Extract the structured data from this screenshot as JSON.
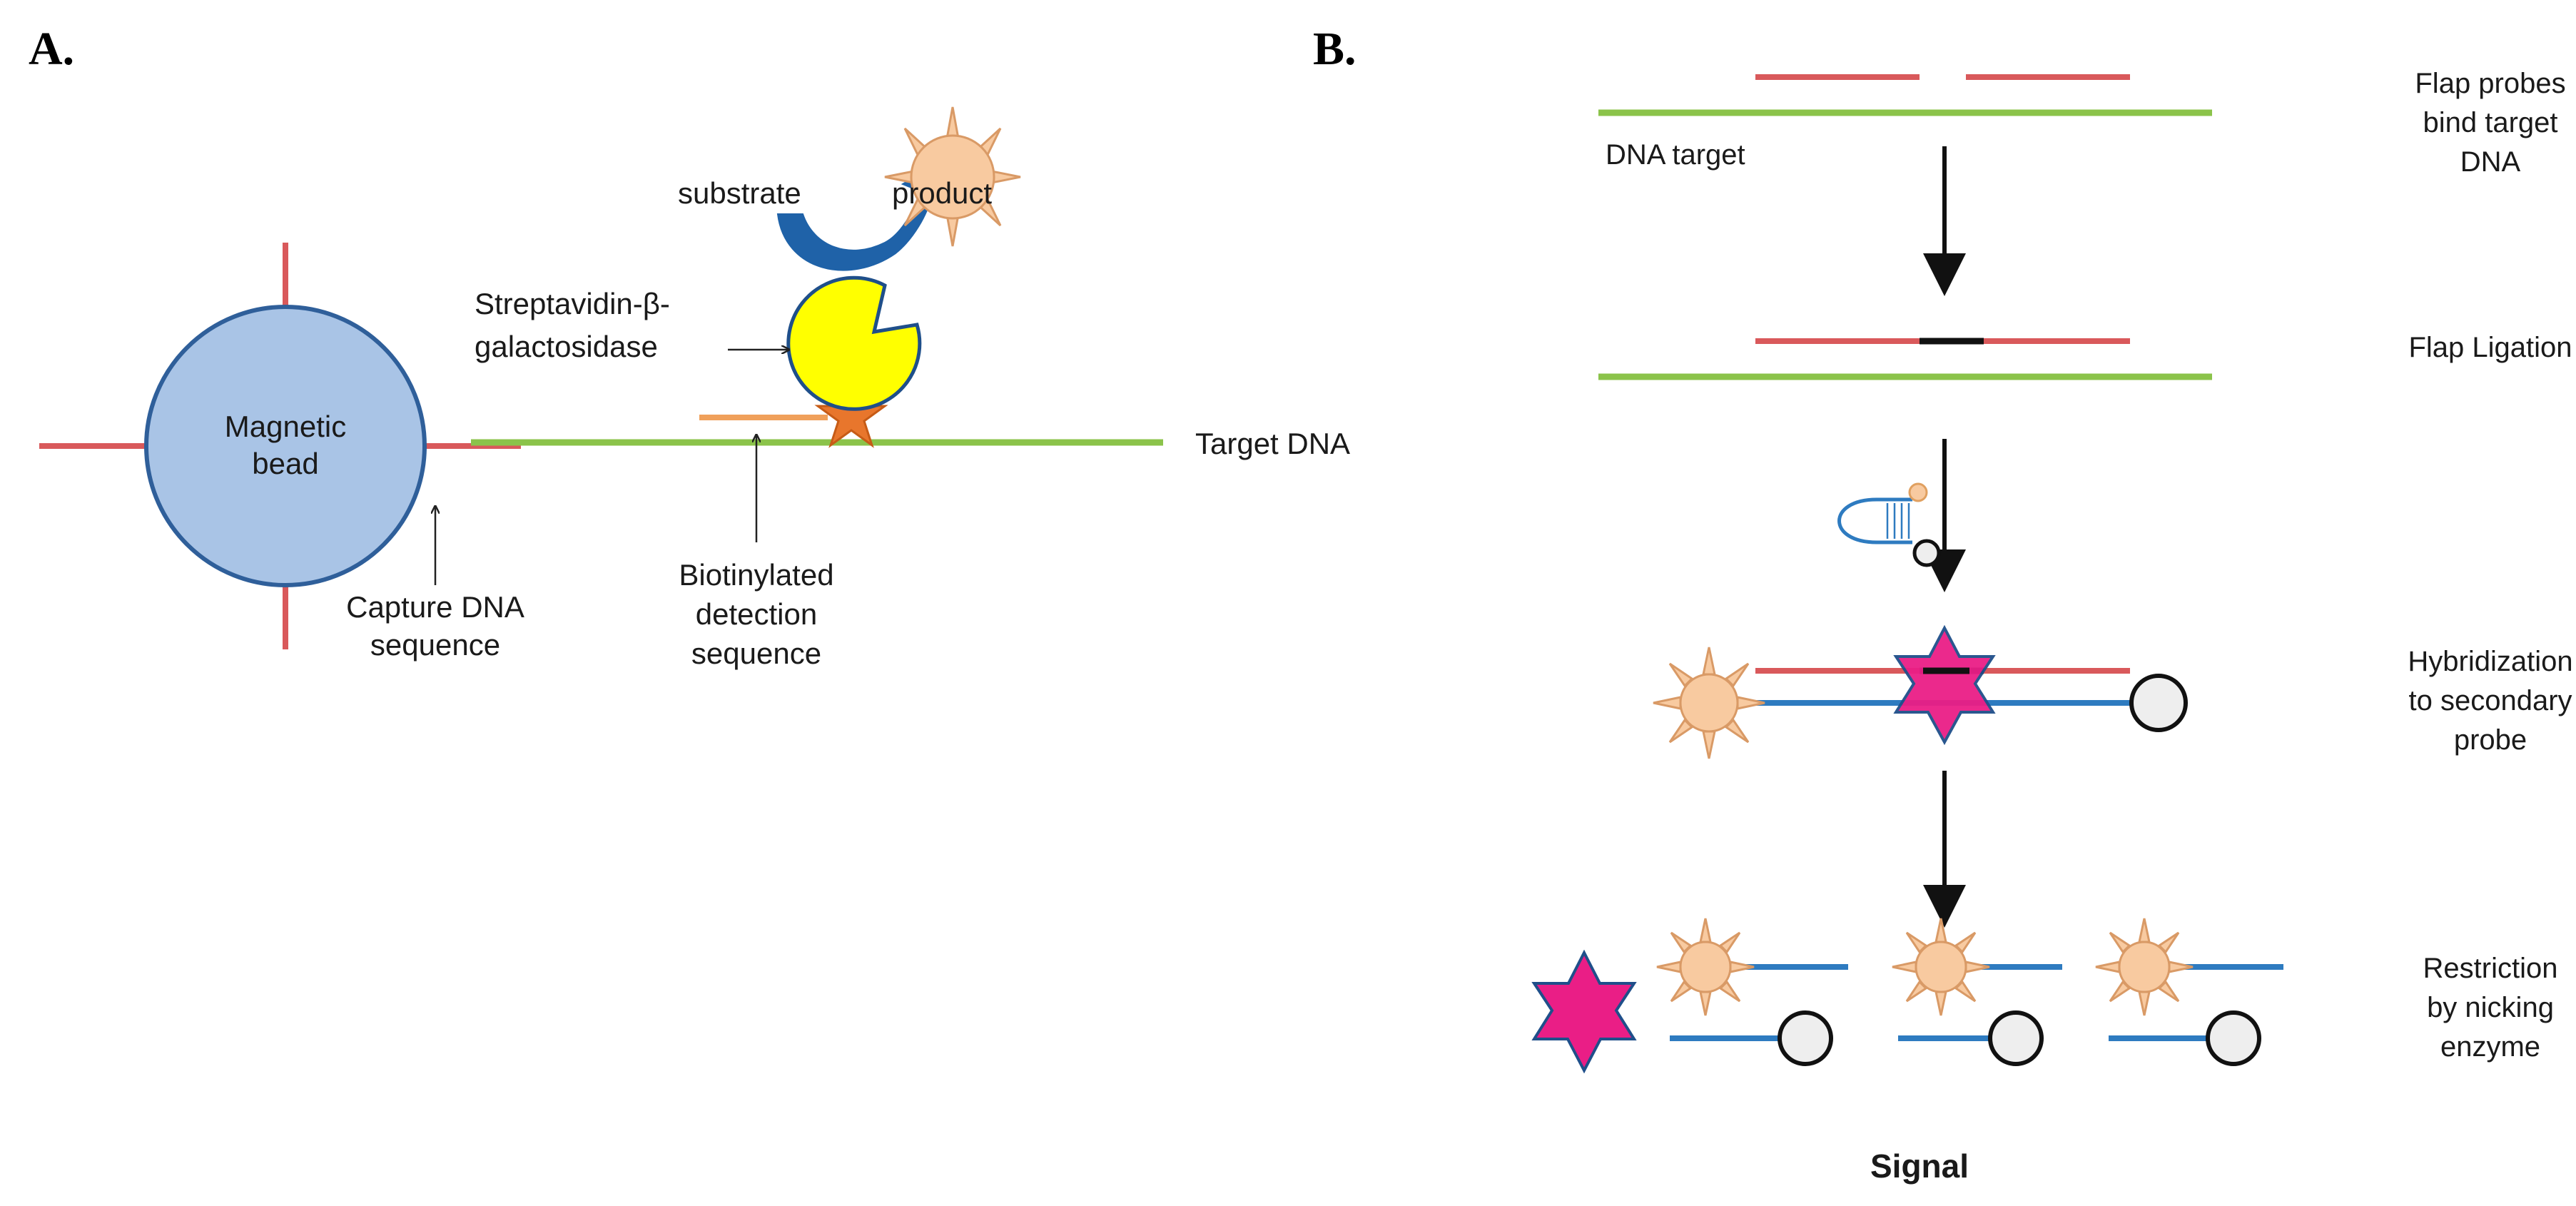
{
  "colors": {
    "red_strand": "#d9595b",
    "green_strand": "#8bc34a",
    "blue_strand": "#2e7bc0",
    "orange_strand": "#f0a05a",
    "bead_fill": "#a9c4e6",
    "bead_stroke": "#2f5f9a",
    "enzyme_yellow": "#ffff00",
    "substrate_arrow": "#1f62a8",
    "sun_fill": "#f8caa0",
    "sun_stroke": "#d99a66",
    "star_orange": "#e8762c",
    "star_magenta": "#ea1e86",
    "ligation_black": "#111111"
  },
  "panel_a": {
    "letter": "A.",
    "bead_label_line1": "Magnetic",
    "bead_label_line2": "bead",
    "substrate": "substrate",
    "product": "product",
    "enzyme_line1": "Streptavidin-β-",
    "enzyme_line2": "galactosidase",
    "target": "Target DNA",
    "capture_line1": "Capture DNA",
    "capture_line2": "sequence",
    "detection_line1": "Biotinylated",
    "detection_line2": "detection",
    "detection_line3": "sequence"
  },
  "panel_b": {
    "letter": "B.",
    "dna_target": "DNA target",
    "step1_line1": "Flap probes",
    "step1_line2": "bind target",
    "step1_line3": "DNA",
    "step2": "Flap Ligation",
    "step3_line1": "Hybridization",
    "step3_line2": "to secondary",
    "step3_line3": "probe",
    "step4_line1": "Restriction",
    "step4_line2": "by nicking",
    "step4_line3": "enzyme",
    "signal": "Signal"
  }
}
